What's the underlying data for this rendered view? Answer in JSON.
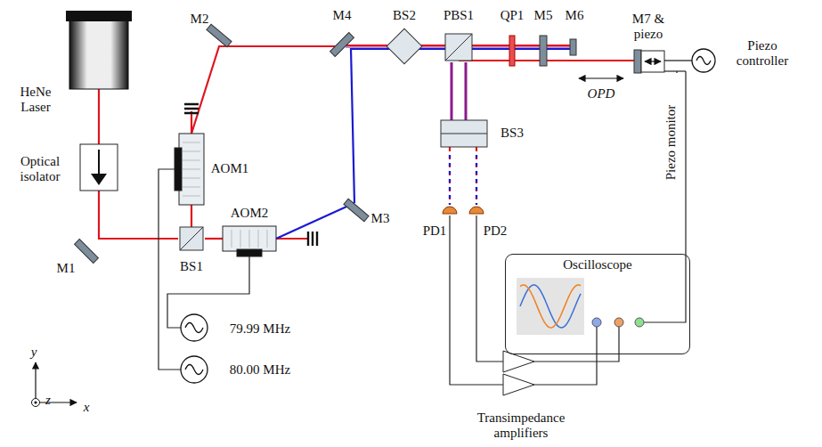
{
  "diagram": {
    "nodes": [
      {
        "text": [
          "Oscilloscope"
        ]
      }
    ],
    "labels": [
      "HeNe Laser",
      "Optical isolator",
      "M1",
      "BS1",
      "AOM1",
      "AOM2",
      "M2",
      "M3",
      "M4",
      "BS2",
      "PBS1",
      "QP1",
      "M5",
      "M6",
      "M7 & piezo",
      "Piezo controller",
      "OPD",
      "BS3",
      "PD1",
      "PD2",
      "Piezo monitor",
      "79.99 MHz",
      "80.00 MHz",
      "Transimpedance amplifiers",
      "y",
      "z",
      "x"
    ]
  }
}
